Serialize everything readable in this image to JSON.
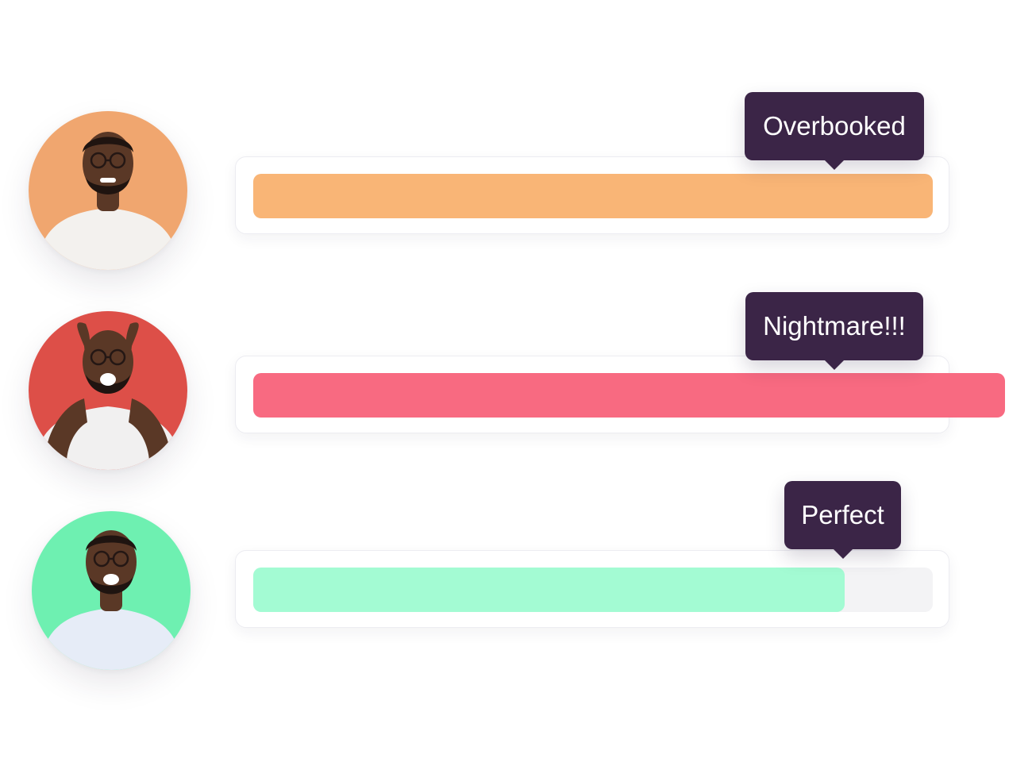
{
  "rows": [
    {
      "status_label": "Overbooked",
      "fill_percent": 100,
      "overflow": false,
      "bar_color": "#f9b576",
      "avatar_bg": "#f0a66f",
      "shirt_color": "#f3f1ee"
    },
    {
      "status_label": "Nightmare!!!",
      "fill_percent": 110.6,
      "overflow": true,
      "bar_color": "#f86a81",
      "avatar_bg": "#dd4f48",
      "shirt_color": "#f1f0f0"
    },
    {
      "status_label": "Perfect",
      "fill_percent": 87,
      "overflow": false,
      "bar_color": "#a3fbd3",
      "avatar_bg": "#6ef0b1",
      "shirt_color": "#e6ecf7"
    }
  ],
  "colors": {
    "tooltip_bg": "#3b2547",
    "track_bg": "#f3f3f5",
    "card_border": "#ececf1",
    "skin": "#5a3826",
    "hair": "#1f1410"
  },
  "icons": {
    "avatar": "person-portrait"
  }
}
